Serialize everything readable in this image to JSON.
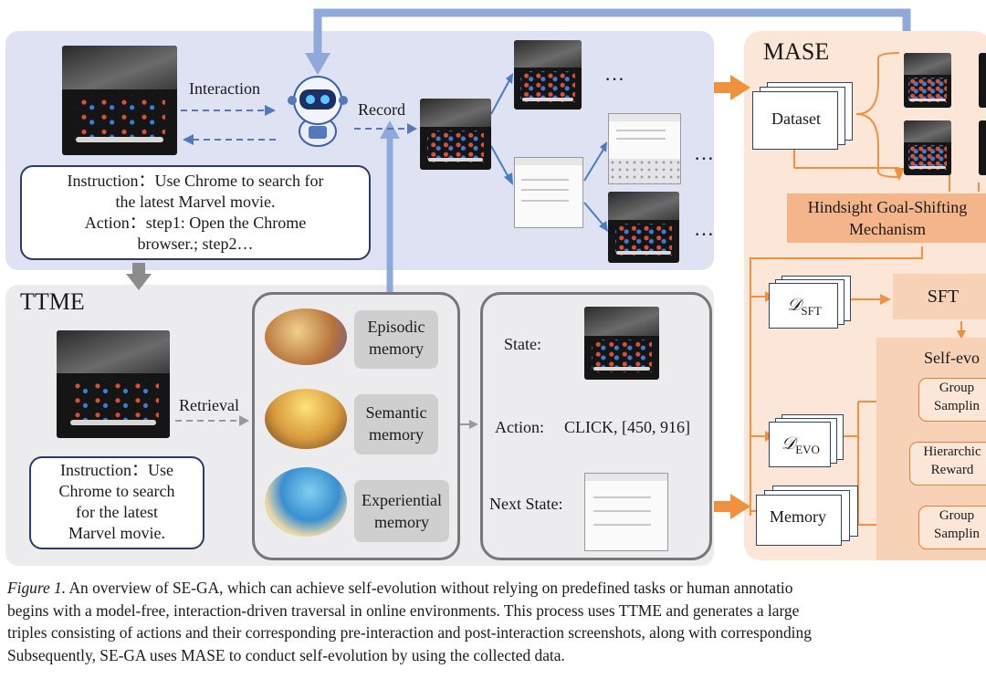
{
  "top": {
    "interaction_label": "Interaction",
    "record_label": "Record",
    "ellipsis": "…",
    "instruction": {
      "line1": "Instruction：Use Chrome to search for",
      "line2": "the latest Marvel movie.",
      "line3": "Action：step1: Open the Chrome",
      "line4": "browser.; step2…"
    }
  },
  "ttme": {
    "title": "TTME",
    "retrieval_label": "Retrieval",
    "instruction": {
      "line1": "Instruction：Use",
      "line2": "Chrome to search",
      "line3": "for the latest",
      "line4": "Marvel movie."
    },
    "memories": [
      {
        "line1": "Episodic",
        "line2": "memory"
      },
      {
        "line1": "Semantic",
        "line2": "memory"
      },
      {
        "line1": "Experiential",
        "line2": "memory"
      }
    ],
    "state_label": "State:",
    "action_label": "Action:",
    "action_value": "CLICK, [450, 916]",
    "next_state_label": "Next State:"
  },
  "mase": {
    "title": "MASE",
    "dataset": "Dataset",
    "hgs_line1": "Hindsight Goal-Shifting",
    "hgs_line2": "Mechanism",
    "dsft_base": "𝒟",
    "dsft_sub": "SFT",
    "sft": "SFT",
    "devo_base": "𝒟",
    "devo_sub": "EVO",
    "memory": "Memory",
    "self_evo": "Self-evo",
    "group_sampling_1": {
      "line1": "Group",
      "line2": "Samplin"
    },
    "hier_reward": {
      "line1": "Hierarchic",
      "line2": "Reward"
    },
    "group_sampling_2": {
      "line1": "Group",
      "line2": "Samplin"
    }
  },
  "caption": {
    "prefix": "Figure 1.",
    "line1": " An overview of SE-GA, which can achieve self-evolution without relying on predefined tasks or human annotatio",
    "line2": "begins with a model-free, interaction-driven traversal in online environments. This process uses TTME and generates a large",
    "line3": "triples consisting of actions and their corresponding pre-interaction and post-interaction screenshots, along with corresponding",
    "line4": "Subsequently, SE-GA uses MASE to conduct self-evolution by using the collected data."
  },
  "colors": {
    "blue_arrow": "#8fa9db",
    "orange_arrow": "#f0913f",
    "panel_blue": "#dfe2f3",
    "panel_gray": "#ececef",
    "panel_orange": "#fbe6d8"
  }
}
